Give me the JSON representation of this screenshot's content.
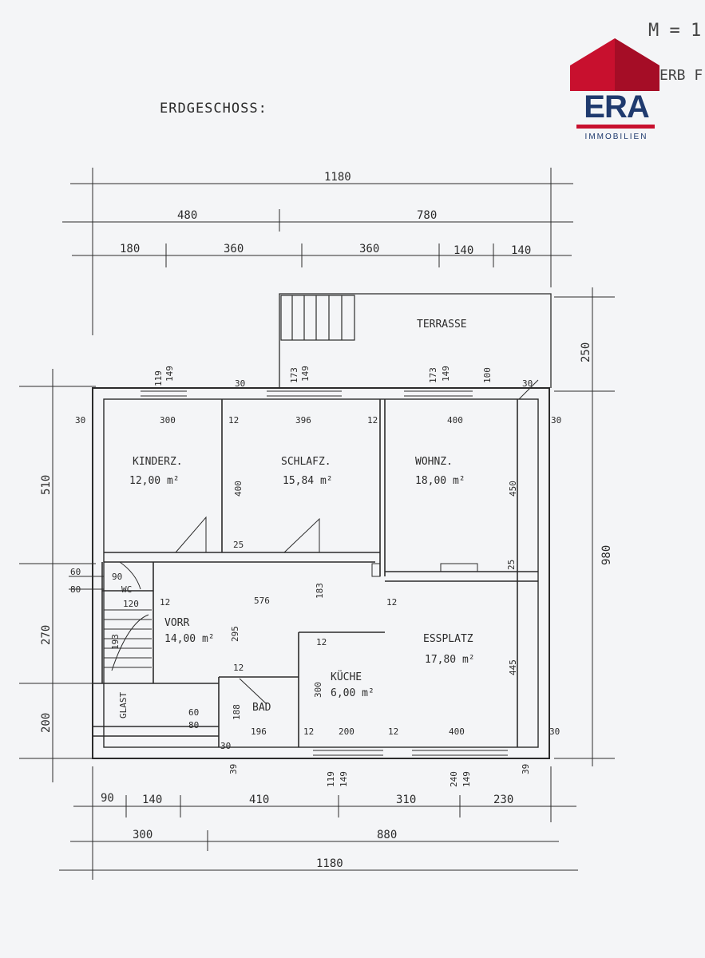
{
  "title": "ERDGESCHOSS:",
  "corner_text": {
    "scale": "M = 1",
    "ref": "ERB F"
  },
  "logo": {
    "name": "ERA",
    "tagline": "IMMOBILIEN",
    "colors": {
      "red": "#c8102e",
      "navy": "#1f3a6e"
    }
  },
  "dimensions": {
    "top_total": "1180",
    "top_row2": [
      "480",
      "780"
    ],
    "top_row3": [
      "180",
      "360",
      "360",
      "140",
      "140"
    ],
    "bottom_row1": [
      "90",
      "140",
      "410",
      "310",
      "230"
    ],
    "bottom_row2": [
      "300",
      "880"
    ],
    "bottom_total": "1180",
    "left": [
      "510",
      "270",
      "200"
    ],
    "left_small": [
      "60",
      "80"
    ],
    "right": [
      "250",
      "980"
    ],
    "internal": {
      "k_width": "300",
      "s_width": "396",
      "w_width": "400",
      "w_height": "450",
      "s_height": "400",
      "e_height": "445",
      "vorr_width": "576",
      "vorr_height": "295",
      "k_height": "300",
      "bad_width": "196",
      "bad_height": "188",
      "kue_width": "200",
      "e_width": "400",
      "d183": "183",
      "d12": "12",
      "d25": "25",
      "d30": "30",
      "d100": "100",
      "w119": "119",
      "w149": "149",
      "w173": "173",
      "w149b": "149",
      "w173b": "173",
      "w149c": "149",
      "b119": "119",
      "b149": "149",
      "b240": "240",
      "b149b": "149",
      "stair_60": "60",
      "stair_80": "80",
      "d90": "90",
      "d120": "120",
      "d193": "193",
      "d39": "39",
      "d39b": "39",
      "d30b": "30"
    }
  },
  "rooms": {
    "terrasse": "TERRASSE",
    "kinderz": {
      "name": "KINDERZ.",
      "area": "12,00 m²"
    },
    "schlafz": {
      "name": "SCHLAFZ.",
      "area": "15,84 m²"
    },
    "wohnz": {
      "name": "WOHNZ.",
      "area": "18,00 m²"
    },
    "vorr": {
      "name": "VORR",
      "area": "14,00 m²"
    },
    "essplatz": {
      "name": "ESSPLATZ",
      "area": "17,80 m²"
    },
    "kueche": {
      "name": "KÜCHE",
      "area": "6,00 m²"
    },
    "bad": "BAD",
    "wc": "WC",
    "glast": "GLAST"
  }
}
